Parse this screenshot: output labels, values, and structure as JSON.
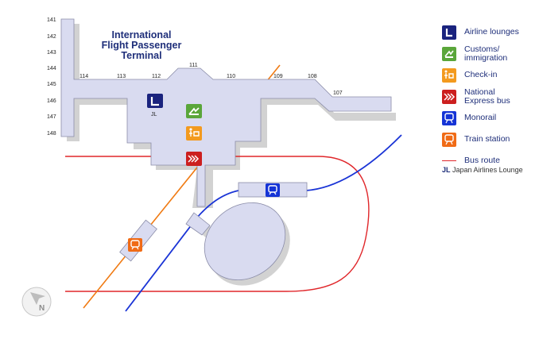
{
  "title": [
    "International",
    "Flight Passenger",
    "Terminal"
  ],
  "gates_left": [
    "141",
    "142",
    "143",
    "144",
    "145",
    "146",
    "147",
    "148"
  ],
  "gates_top": [
    "114",
    "113",
    "112",
    "111",
    "110",
    "109",
    "108",
    "107"
  ],
  "map_labels": {
    "jl": "JL"
  },
  "legend": [
    {
      "key": "lounge",
      "label": "Airline lounges",
      "color": "#1a237e"
    },
    {
      "key": "customs",
      "label": "Customs/\nimmigration",
      "color": "#5aa63a"
    },
    {
      "key": "checkin",
      "label": "Check-in",
      "color": "#f39a1e"
    },
    {
      "key": "bus",
      "label": "National\nExpress bus",
      "color": "#cc1f1f"
    },
    {
      "key": "monorail",
      "label": "Monorail",
      "color": "#1534d6"
    },
    {
      "key": "train",
      "label": "Train station",
      "color": "#f06b16"
    },
    {
      "key": "busroute",
      "label": "Bus route",
      "color": "#e0262a"
    }
  ],
  "jl_note": {
    "code": "JL",
    "text": "Japan Airlines Lounge"
  },
  "compass": {
    "label": "N",
    "icon": "compass-icon"
  },
  "colors": {
    "terminal": "#d9dbf0",
    "terminal_outline": "#8a8ca8",
    "shadow": "#cfcfcf",
    "monorail_line": "#1a34d6",
    "train_line": "#f07a12",
    "bus_route": "#e0262a"
  }
}
